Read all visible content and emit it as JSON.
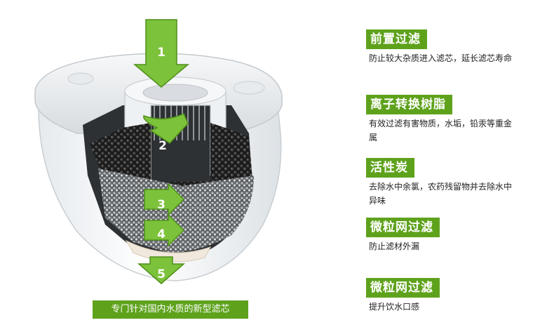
{
  "steps": [
    {
      "number": "1",
      "title": "前置过滤",
      "desc": "防止较大杂质进入滤芯，延长滤芯寿命"
    },
    {
      "number": "2",
      "title": "离子转换树脂",
      "desc": "有效过滤有害物质，水垢，铅汞等重金属"
    },
    {
      "number": "3",
      "title": "活性炭",
      "desc": "去除水中余氯，农药残留物并去除水中异味"
    },
    {
      "number": "4",
      "title": "微粒网过滤",
      "desc": "防止滤材外漏"
    },
    {
      "number": "5",
      "title": "微粒网过滤",
      "desc": "提升饮水口感"
    }
  ],
  "caption": "专门针对国内水质的新型滤芯",
  "colors": {
    "accent": "#5ea21c",
    "arrow": "#7cc23a",
    "arrow_dark": "#4f8f1a"
  }
}
